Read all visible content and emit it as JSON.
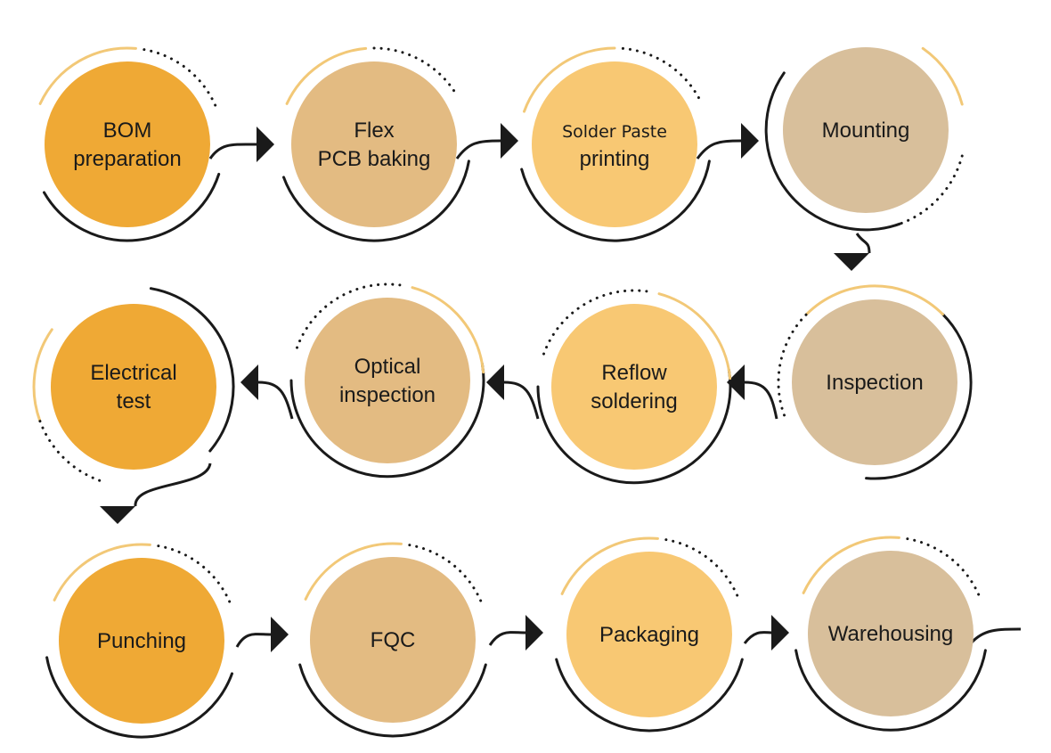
{
  "colors": {
    "orange": "#efa935",
    "tan": "#e3bb82",
    "yellow": "#f8c873",
    "beige": "#d8bf9b",
    "accent_arc": "#f2c877",
    "line": "#1a1a1a"
  },
  "flow": {
    "direction": "serpentine",
    "connector": "arrow"
  },
  "steps": [
    {
      "id": "bom",
      "lines": [
        "BOM",
        "preparation"
      ],
      "fill": "orange"
    },
    {
      "id": "baking",
      "lines": [
        "Flex",
        "PCB baking"
      ],
      "fill": "tan"
    },
    {
      "id": "solder",
      "lines": [
        "Solder Paste",
        "printing"
      ],
      "fill": "yellow"
    },
    {
      "id": "mounting",
      "lines": [
        "Mounting"
      ],
      "fill": "beige"
    },
    {
      "id": "inspection",
      "lines": [
        "Inspection"
      ],
      "fill": "beige"
    },
    {
      "id": "reflow",
      "lines": [
        "Reflow",
        "soldering"
      ],
      "fill": "yellow"
    },
    {
      "id": "optical",
      "lines": [
        "Optical",
        "inspection"
      ],
      "fill": "tan"
    },
    {
      "id": "electrical",
      "lines": [
        "Electrical",
        "test"
      ],
      "fill": "orange"
    },
    {
      "id": "punching",
      "lines": [
        "Punching"
      ],
      "fill": "orange"
    },
    {
      "id": "fqc",
      "lines": [
        "FQC"
      ],
      "fill": "tan"
    },
    {
      "id": "packaging",
      "lines": [
        "Packaging"
      ],
      "fill": "yellow"
    },
    {
      "id": "warehousing",
      "lines": [
        "Warehousing"
      ],
      "fill": "beige"
    }
  ]
}
